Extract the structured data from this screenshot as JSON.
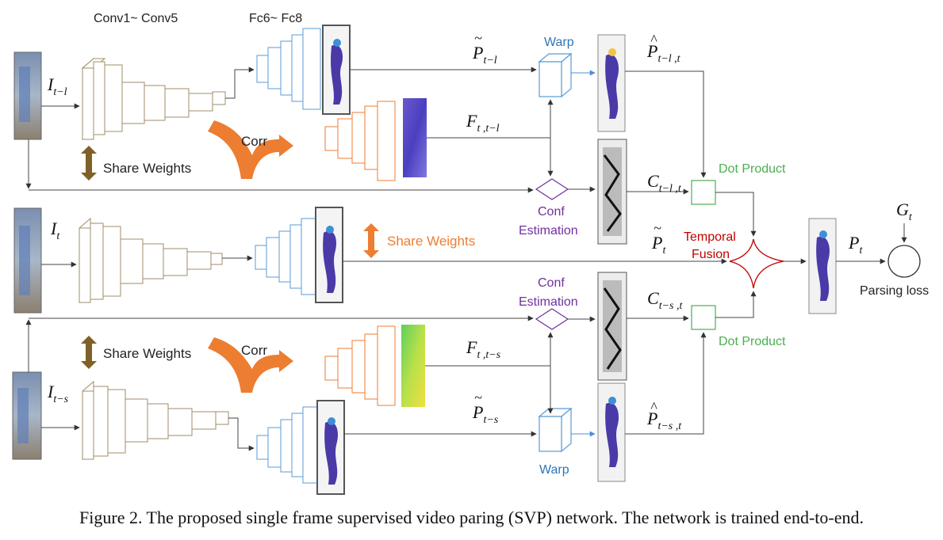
{
  "labels": {
    "conv": "Conv1~ Conv5",
    "fc": "Fc6~ Fc8",
    "warp": "Warp",
    "conf": "Conf",
    "estimation": "Estimation",
    "share_weights": "Share Weights",
    "corr": "Corr",
    "dot_product": "Dot Product",
    "temporal": "Temporal",
    "fusion": "Fusion",
    "parsing_loss": "Parsing loss"
  },
  "math": {
    "i_prev": {
      "base": "I",
      "sub": "t−l"
    },
    "i_cur": {
      "base": "I",
      "sub": "t"
    },
    "i_next": {
      "base": "I",
      "sub": "t−s"
    },
    "p_prev": {
      "base": "P",
      "accent": "~",
      "sub": "t−l"
    },
    "p_next": {
      "base": "P",
      "accent": "~",
      "sub": "t−s"
    },
    "p_cur": {
      "base": "P",
      "accent": "~",
      "sub": "t"
    },
    "phat_prev": {
      "base": "P",
      "accent": "^",
      "sub": "t−l ,t"
    },
    "phat_next": {
      "base": "P",
      "accent": "^",
      "sub": "t−s ,t"
    },
    "f_prev": {
      "base": "F",
      "sub": "t ,t−l"
    },
    "f_next": {
      "base": "F",
      "sub": "t ,t−s"
    },
    "c_prev": {
      "base": "C",
      "sub": "t−l ,t"
    },
    "c_next": {
      "base": "C",
      "sub": "t−s ,t"
    },
    "p_out": {
      "base": "P",
      "sub": "t"
    },
    "g": {
      "base": "G",
      "sub": "t"
    }
  },
  "caption": "Figure 2. The proposed single frame supervised video paring (SVP) network. The network is trained end-to-end.",
  "colors": {
    "conv_block": "#a08c6a",
    "fc_block": "#5b9bd5",
    "corr_block": "#ed7d31",
    "warp_text": "#2e75b6",
    "conf_text": "#7030a0",
    "share_arrow": "#7f6127",
    "orange": "#ed7d31",
    "dot_product_text": "#4caf50",
    "temporal_text": "#c00000",
    "line": "#444444"
  }
}
